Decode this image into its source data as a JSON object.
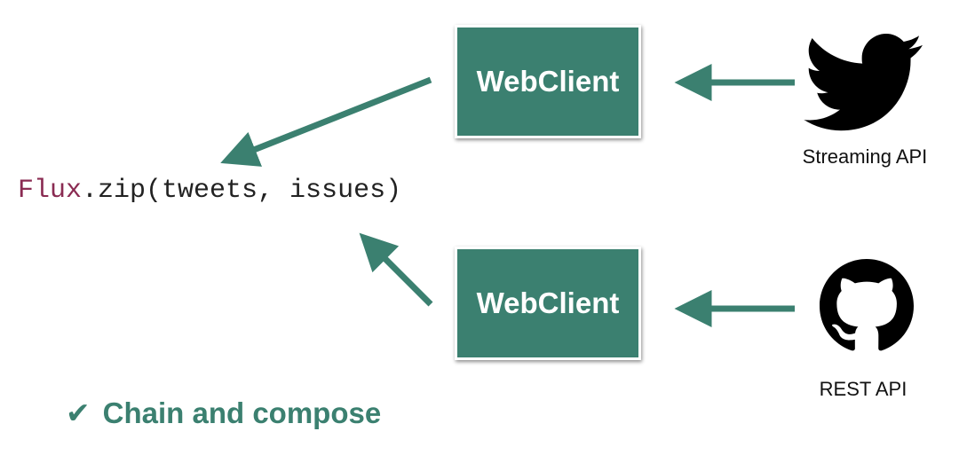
{
  "diagram": {
    "zip_expression": {
      "class_name": "Flux",
      "call": ".zip(tweets, issues)"
    },
    "clients": [
      {
        "label": "WebClient"
      },
      {
        "label": "WebClient"
      }
    ],
    "sources": [
      {
        "label": "Streaming API",
        "icon": "twitter-bird-icon"
      },
      {
        "label": "REST API",
        "icon": "github-octocat-icon"
      }
    ],
    "footer": {
      "check_mark": "✔",
      "text": "Chain and compose"
    }
  },
  "colors": {
    "accent": "#3b8070",
    "code_keyword": "#8a2b52",
    "icon": "#000000"
  }
}
